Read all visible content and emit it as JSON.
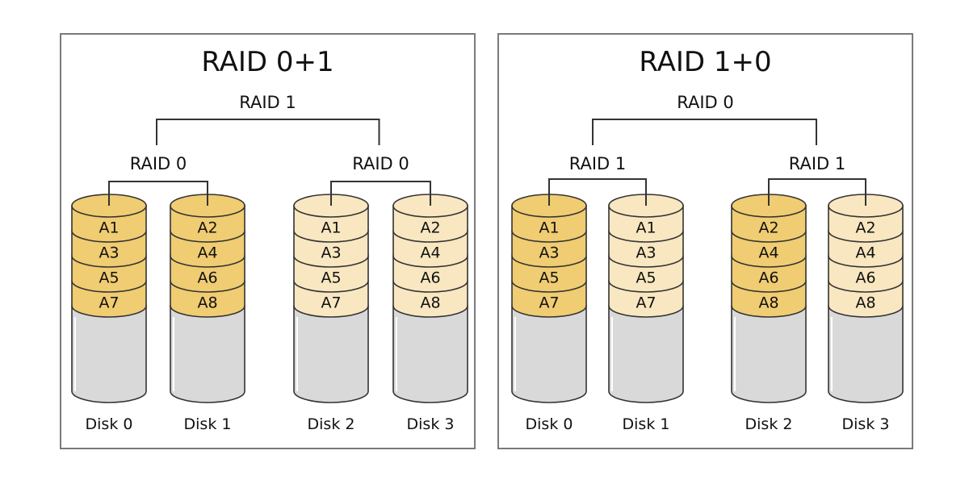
{
  "colors": {
    "primary_fill": "#f0cc72",
    "mirror_fill": "#f8e7c0",
    "empty_fill": "#d9d9d9",
    "stroke": "#333333",
    "panel_border": "#7a7a7a"
  },
  "panels": [
    {
      "title": "RAID 0+1",
      "top_label": "RAID 1",
      "groups": [
        {
          "label": "RAID 0",
          "disks": [
            0,
            1
          ]
        },
        {
          "label": "RAID 0",
          "disks": [
            2,
            3
          ]
        }
      ],
      "disks": [
        {
          "name": "Disk 0",
          "fill": "primary",
          "blocks": [
            "A1",
            "A3",
            "A5",
            "A7"
          ]
        },
        {
          "name": "Disk 1",
          "fill": "primary",
          "blocks": [
            "A2",
            "A4",
            "A6",
            "A8"
          ]
        },
        {
          "name": "Disk 2",
          "fill": "mirror",
          "blocks": [
            "A1",
            "A3",
            "A5",
            "A7"
          ]
        },
        {
          "name": "Disk 3",
          "fill": "mirror",
          "blocks": [
            "A2",
            "A4",
            "A6",
            "A8"
          ]
        }
      ]
    },
    {
      "title": "RAID 1+0",
      "top_label": "RAID 0",
      "groups": [
        {
          "label": "RAID 1",
          "disks": [
            0,
            1
          ]
        },
        {
          "label": "RAID 1",
          "disks": [
            2,
            3
          ]
        }
      ],
      "disks": [
        {
          "name": "Disk 0",
          "fill": "primary",
          "blocks": [
            "A1",
            "A3",
            "A5",
            "A7"
          ]
        },
        {
          "name": "Disk 1",
          "fill": "mirror",
          "blocks": [
            "A1",
            "A3",
            "A5",
            "A7"
          ]
        },
        {
          "name": "Disk 2",
          "fill": "primary",
          "blocks": [
            "A2",
            "A4",
            "A6",
            "A8"
          ]
        },
        {
          "name": "Disk 3",
          "fill": "mirror",
          "blocks": [
            "A2",
            "A4",
            "A6",
            "A8"
          ]
        }
      ]
    }
  ]
}
